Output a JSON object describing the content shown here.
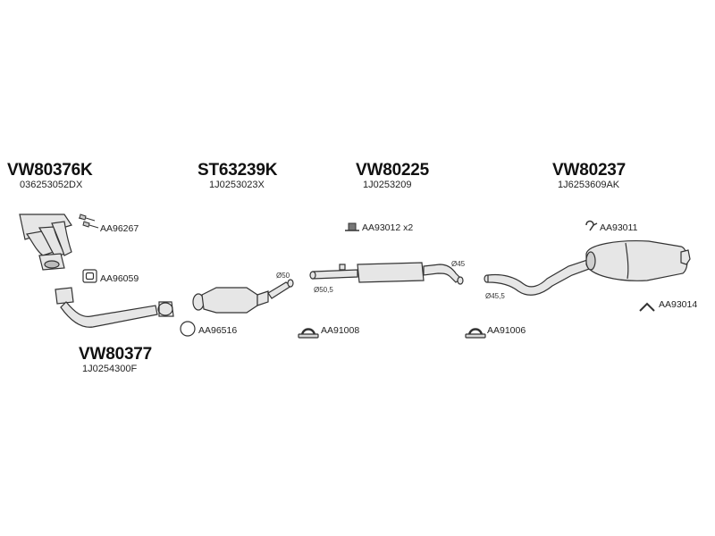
{
  "groups": [
    {
      "part_number": "VW80376K",
      "oe_number": "036253052DX"
    },
    {
      "part_number": "ST63239K",
      "oe_number": "1J0253023X"
    },
    {
      "part_number": "VW80225",
      "oe_number": "1J0253209"
    },
    {
      "part_number": "VW80237",
      "oe_number": "1J6253609AK"
    },
    {
      "part_number": "VW80377",
      "oe_number": "1J0254300F"
    }
  ],
  "accessories": {
    "aa96267": "AA96267",
    "aa96059": "AA96059",
    "aa96516": "AA96516",
    "aa91008": "AA91008",
    "aa93012": "AA93012 x2",
    "aa91006": "AA91006",
    "aa93011": "AA93011",
    "aa93014": "AA93014"
  },
  "dimensions": {
    "cat_outlet": "Ø50",
    "mid_outlet": "Ø45",
    "mid_inlet": "Ø50,5",
    "rear_inlet": "Ø45,5"
  },
  "colors": {
    "line": "#333333",
    "fill": "#e6e6e6",
    "dark": "#555555"
  }
}
